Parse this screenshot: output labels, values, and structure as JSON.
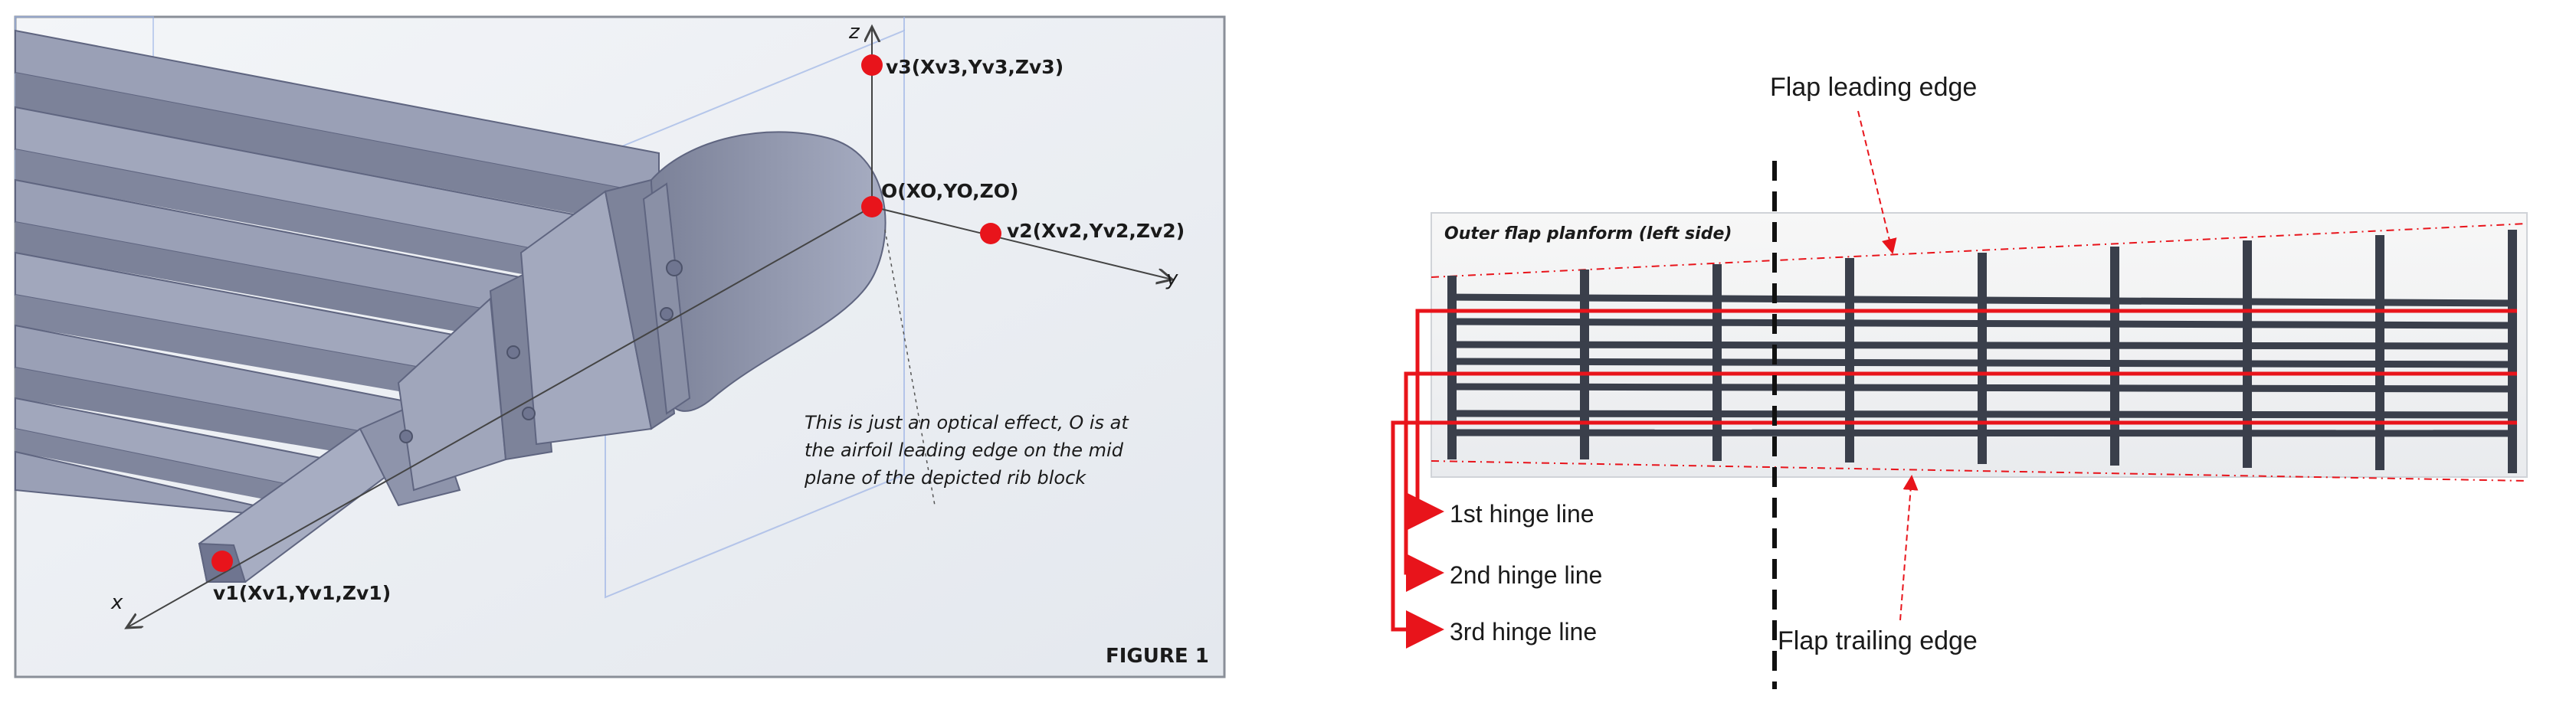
{
  "figure1": {
    "axes": {
      "x": "x",
      "y": "y",
      "z": "z"
    },
    "points": {
      "v1": "v1(Xv1,Yv1,Zv1)",
      "v2": "v2(Xv2,Yv2,Zv2)",
      "v3": "v3(Xv3,Yv3,Zv3)",
      "origin": "O(XO,YO,ZO)"
    },
    "note_lines": [
      "This is just an optical effect, O is at",
      "the airfoil leading edge on the mid",
      "plane of the depicted rib block"
    ],
    "caption": "FIGURE 1",
    "colors": {
      "point": "#e8141b",
      "model": "#8d93ab",
      "model_dark": "#5f6580",
      "panel": "#eceff3"
    }
  },
  "figure2": {
    "panel_title": "Outer flap planform (left side)",
    "leading_edge_label": "Flap leading edge",
    "trailing_edge_label": "Flap trailing edge",
    "hinge_labels": [
      "1st hinge line",
      "2nd hinge line",
      "3rd hinge line"
    ],
    "colors": {
      "hinge": "#e8141b",
      "structure": "#3a3f4b",
      "edge_line": "#e8141b"
    }
  }
}
